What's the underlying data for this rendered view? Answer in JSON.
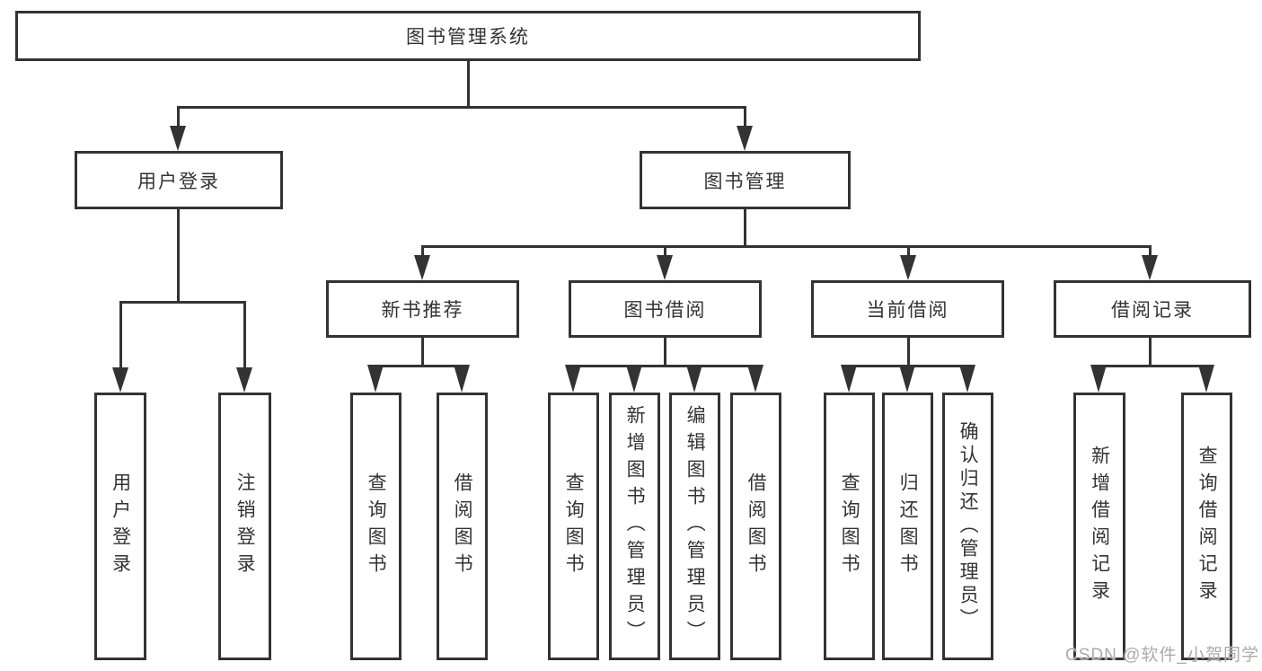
{
  "tree": {
    "label": "图书管理系统",
    "children": [
      {
        "label": "用户登录",
        "children": [
          {
            "label": "用户登录"
          },
          {
            "label": "注销登录"
          }
        ]
      },
      {
        "label": "图书管理",
        "children": [
          {
            "label": "新书推荐",
            "children": [
              {
                "label": "查询图书"
              },
              {
                "label": "借阅图书"
              }
            ]
          },
          {
            "label": "图书借阅",
            "children": [
              {
                "label": "查询图书"
              },
              {
                "label": "新增图书（管理员）"
              },
              {
                "label": "编辑图书（管理员）"
              },
              {
                "label": "借阅图书"
              }
            ]
          },
          {
            "label": "当前借阅",
            "children": [
              {
                "label": "查询图书"
              },
              {
                "label": "归还图书"
              },
              {
                "label": "确认归还（管理员）"
              }
            ]
          },
          {
            "label": "借阅记录",
            "children": [
              {
                "label": "新增借阅记录"
              },
              {
                "label": "查询借阅记录"
              }
            ]
          }
        ]
      }
    ]
  },
  "watermark": "CSDN @软件_小贺同学",
  "colors": {
    "line": "#333333",
    "text": "#333333",
    "background": "#ffffff",
    "watermark": "#ababab"
  }
}
